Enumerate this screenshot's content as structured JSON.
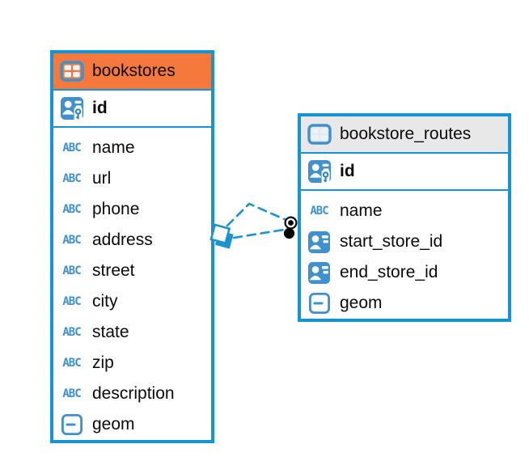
{
  "view": "database-er-diagram",
  "colors": {
    "table_border": "#1494d6",
    "relationship_line": "#1494d6",
    "icon_blue": "#3e90ce",
    "bookstores_header": "#f5793d",
    "bookstore_routes_header": "#e8e8e8",
    "marker_dot": "#000000",
    "background": "#ffffff"
  },
  "glyphs": {
    "text_type": "ABC"
  },
  "tables": [
    {
      "name": "bookstores",
      "header_style": "orange",
      "columns": [
        {
          "name": "id",
          "type": "primary-key",
          "icon": "primary-key-icon"
        },
        {
          "name": "name",
          "type": "text",
          "icon": "text-type-icon"
        },
        {
          "name": "url",
          "type": "text",
          "icon": "text-type-icon"
        },
        {
          "name": "phone",
          "type": "text",
          "icon": "text-type-icon"
        },
        {
          "name": "address",
          "type": "text",
          "icon": "text-type-icon"
        },
        {
          "name": "street",
          "type": "text",
          "icon": "text-type-icon"
        },
        {
          "name": "city",
          "type": "text",
          "icon": "text-type-icon"
        },
        {
          "name": "state",
          "type": "text",
          "icon": "text-type-icon"
        },
        {
          "name": "zip",
          "type": "text",
          "icon": "text-type-icon"
        },
        {
          "name": "description",
          "type": "text",
          "icon": "text-type-icon"
        },
        {
          "name": "geom",
          "type": "geometry",
          "icon": "geometry-type-icon"
        }
      ]
    },
    {
      "name": "bookstore_routes",
      "header_style": "gray",
      "columns": [
        {
          "name": "id",
          "type": "primary-key",
          "icon": "primary-key-icon"
        },
        {
          "name": "name",
          "type": "text",
          "icon": "text-type-icon"
        },
        {
          "name": "start_store_id",
          "type": "reference",
          "icon": "reference-column-icon"
        },
        {
          "name": "end_store_id",
          "type": "reference",
          "icon": "reference-column-icon"
        },
        {
          "name": "geom",
          "type": "geometry",
          "icon": "geometry-type-icon"
        }
      ]
    }
  ],
  "relationships": [
    {
      "from": "bookstores",
      "to": "bookstore_routes",
      "line_style": "dashed",
      "from_marker": "diamond",
      "to_marker": "dot"
    },
    {
      "from": "bookstores",
      "to": "bookstore_routes",
      "line_style": "dashed",
      "from_marker": "diamond",
      "to_marker": "dot"
    }
  ]
}
